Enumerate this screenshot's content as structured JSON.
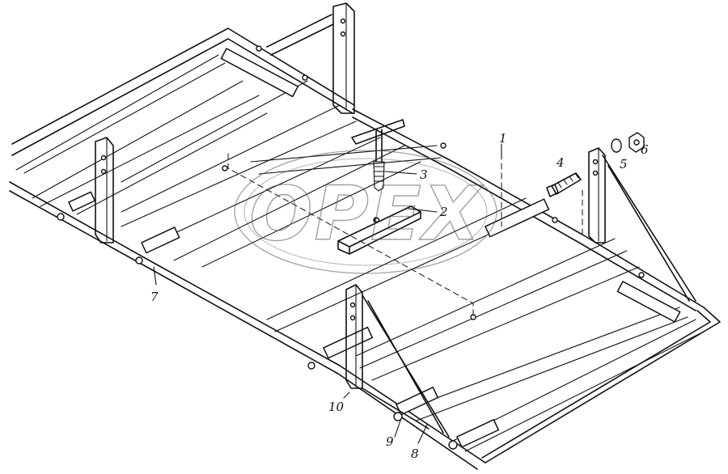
{
  "watermark": {
    "text": "OPEX"
  },
  "callouts": {
    "c1": "1",
    "c2": "2",
    "c3": "3",
    "c4": "4",
    "c5": "5",
    "c6": "6",
    "c7": "7",
    "c8": "8",
    "c9": "9",
    "c10": "10"
  }
}
